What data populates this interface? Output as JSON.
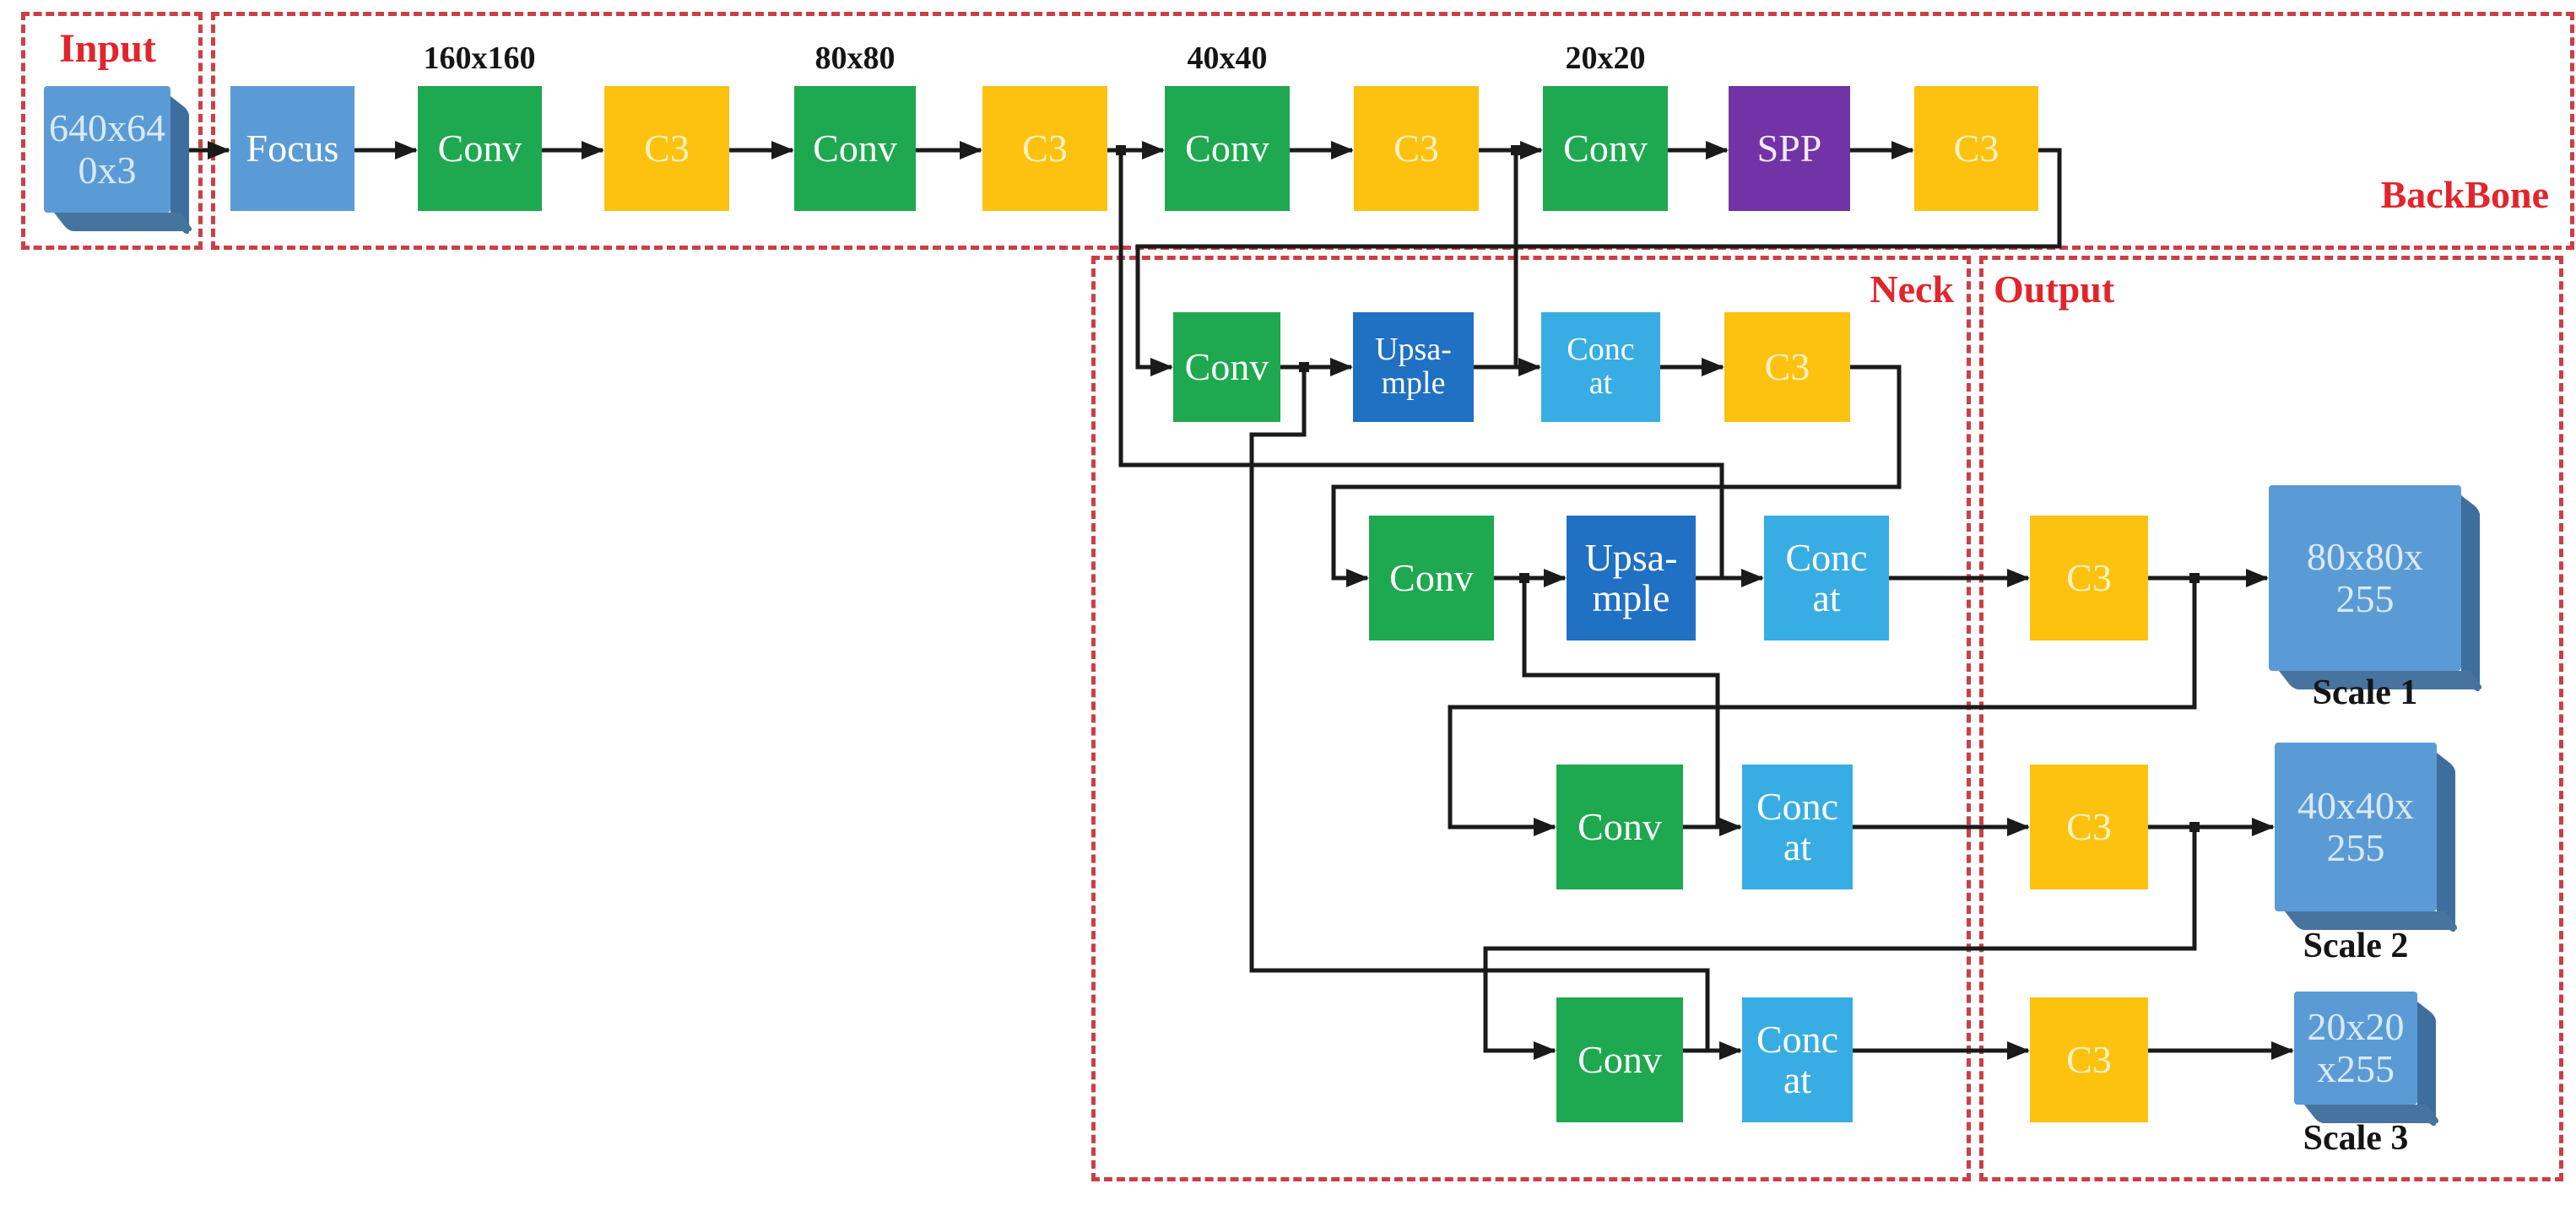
{
  "sections": {
    "input": "Input",
    "backbone": "BackBone",
    "neck": "Neck",
    "output": "Output"
  },
  "input": {
    "tensor": "640x64\n0x3"
  },
  "backbone": {
    "blocks": [
      "Focus",
      "Conv",
      "C3",
      "Conv",
      "C3",
      "Conv",
      "C3",
      "Conv",
      "SPP",
      "C3"
    ],
    "dims": [
      "160x160",
      "80x80",
      "40x40",
      "20x20"
    ]
  },
  "neck": {
    "row1": {
      "conv": "Conv",
      "upsample": "Upsa-\nmple",
      "concat": "Conc\nat",
      "c3": "C3"
    },
    "row2": {
      "conv": "Conv",
      "upsample": "Upsa-\nmple",
      "concat": "Conc\nat"
    },
    "row3": {
      "conv": "Conv",
      "concat": "Conc\nat"
    },
    "row4": {
      "conv": "Conv",
      "concat": "Conc\nat"
    }
  },
  "output": {
    "c3_labels": [
      "C3",
      "C3",
      "C3"
    ],
    "scales": [
      {
        "tensor": "80x80x\n255",
        "label": "Scale 1"
      },
      {
        "tensor": "40x40x\n255",
        "label": "Scale 2"
      },
      {
        "tensor": "20x20\nx255",
        "label": "Scale 3"
      }
    ]
  },
  "colors": {
    "conv_green": "#1ea84f",
    "c3_yellow": "#fdc110",
    "spp_purple": "#7133a5",
    "focus_blue": "#5b9bd5",
    "upsample_blue": "#2070c4",
    "concat_blue": "#38ade4",
    "tensor_box_blue": "#5b9bd5",
    "tensor_box_side": "#3e6e9e",
    "section_label_red": "#e2252b",
    "dashed_border_red": "#cb3f46",
    "wire_black": "#1a1a1a"
  }
}
